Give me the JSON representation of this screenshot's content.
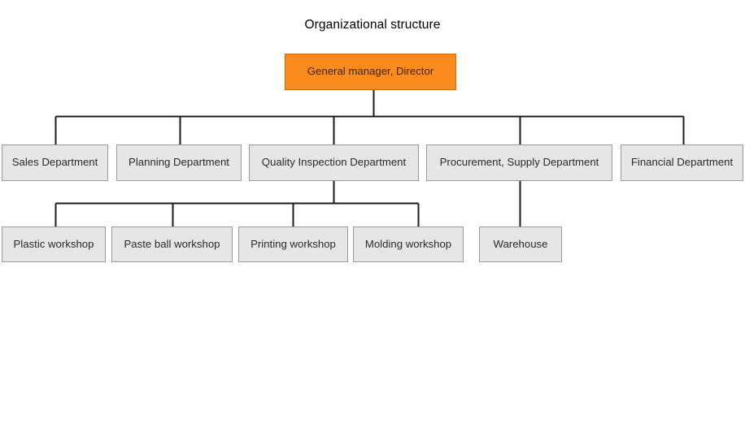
{
  "chart_data": {
    "type": "diagram",
    "diagram_kind": "organizational-chart",
    "title": "Organizational structure",
    "colors": {
      "root_fill": "#fb8b1e",
      "root_border": "#cf6a06",
      "node_fill": "#e6e6e6",
      "node_border": "#9a9a9a",
      "connector": "#1a1a1a",
      "background": "#ffffff",
      "text": "#2a2a2a",
      "title_text": "#000000"
    },
    "levels": [
      {
        "level": 1,
        "nodes": [
          "General manager, Director"
        ]
      },
      {
        "level": 2,
        "nodes": [
          "Sales Department",
          "Planning Department",
          "Quality Inspection Department",
          "Procurement, Supply Department",
          "Financial Department"
        ]
      },
      {
        "level": 3,
        "nodes": [
          "Plastic workshop",
          "Paste ball workshop",
          "Printing workshop",
          "Molding workshop",
          "Warehouse"
        ]
      }
    ],
    "edges": [
      {
        "from": "General manager, Director",
        "to": "Sales Department"
      },
      {
        "from": "General manager, Director",
        "to": "Planning Department"
      },
      {
        "from": "General manager, Director",
        "to": "Quality Inspection Department"
      },
      {
        "from": "General manager, Director",
        "to": "Procurement, Supply Department"
      },
      {
        "from": "General manager, Director",
        "to": "Financial Department"
      },
      {
        "from": "Quality Inspection Department",
        "to": "Plastic workshop"
      },
      {
        "from": "Quality Inspection Department",
        "to": "Paste ball workshop"
      },
      {
        "from": "Quality Inspection Department",
        "to": "Printing workshop"
      },
      {
        "from": "Quality Inspection Department",
        "to": "Molding workshop"
      },
      {
        "from": "Procurement, Supply Department",
        "to": "Warehouse"
      }
    ]
  },
  "title": {
    "text": "Organizational structure"
  },
  "root": {
    "label": "General manager, Director"
  },
  "departments": [
    {
      "label": "Sales Department"
    },
    {
      "label": "Planning Department"
    },
    {
      "label": "Quality Inspection Department"
    },
    {
      "label": "Procurement, Supply Department"
    },
    {
      "label": "Financial Department"
    }
  ],
  "units": [
    {
      "label": "Plastic workshop"
    },
    {
      "label": "Paste ball workshop"
    },
    {
      "label": "Printing workshop"
    },
    {
      "label": "Molding workshop"
    },
    {
      "label": "Warehouse"
    }
  ]
}
